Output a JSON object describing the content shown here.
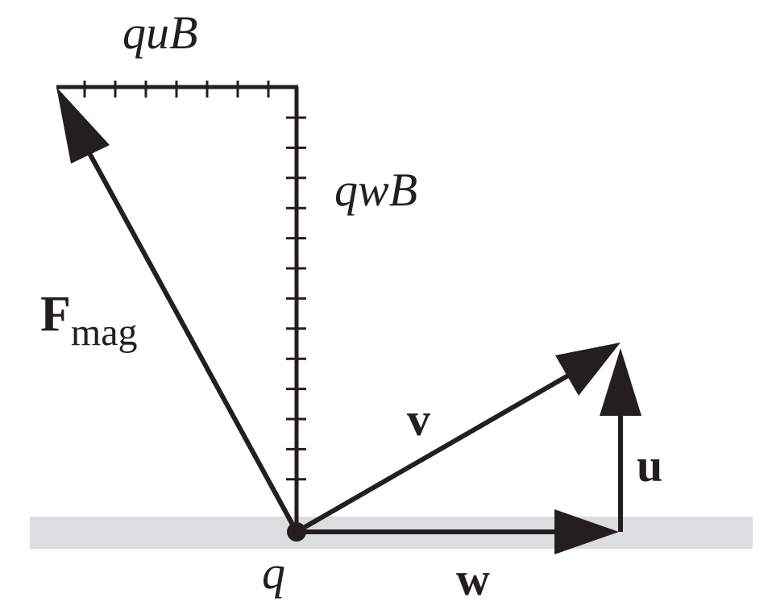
{
  "labels": {
    "qub": "quB",
    "qwb": "qwB",
    "f": "F",
    "f_sub": "mag",
    "v": "v",
    "u": "u",
    "w": "w",
    "charge": "q"
  },
  "colors": {
    "ink": "#231f20",
    "surface": "#dcdddf",
    "background": "#ffffff"
  }
}
